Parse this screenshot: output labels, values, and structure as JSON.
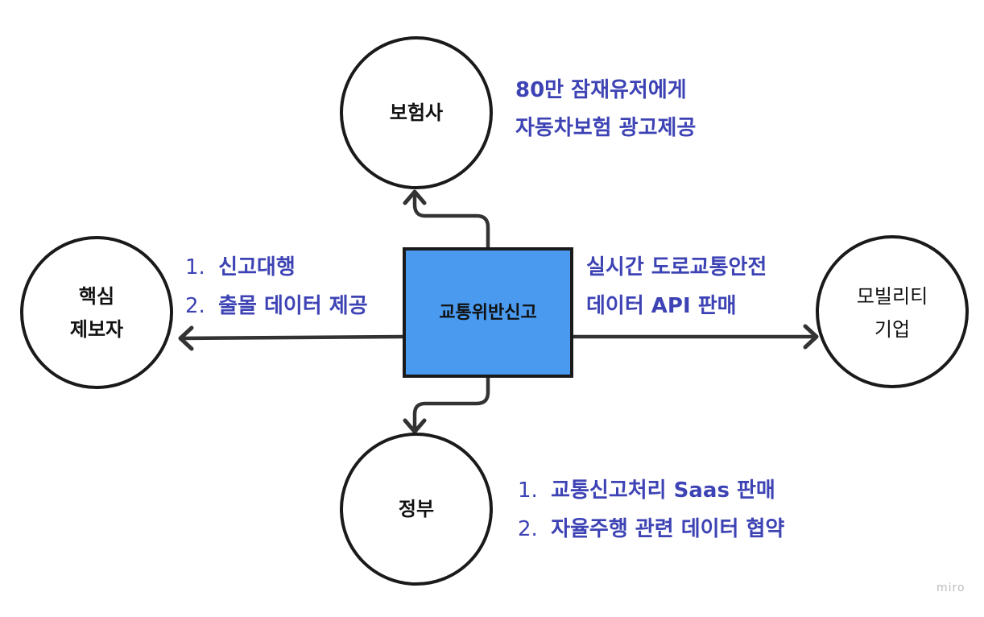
{
  "diagram": {
    "nodes": {
      "insurance": {
        "label": "보험사"
      },
      "reporter": {
        "line1": "핵심",
        "line2": "제보자"
      },
      "center": {
        "label": "교통위반신고"
      },
      "mobility": {
        "line1": "모빌리티",
        "line2": "기업"
      },
      "government": {
        "label": "정부"
      }
    },
    "annotations": {
      "insurance": {
        "line1": "80만 잠재유저에게",
        "line2": "자동차보험 광고제공"
      },
      "reporter": {
        "items": [
          {
            "num": "1.",
            "text": "신고대행"
          },
          {
            "num": "2.",
            "text": "출몰 데이터 제공"
          }
        ]
      },
      "mobility": {
        "line1": "실시간 도로교통안전",
        "line2": "데이터 API 판매"
      },
      "government": {
        "items": [
          {
            "num": "1.",
            "text": "교통신고처리 Saas 판매"
          },
          {
            "num": "2.",
            "text": "자율주행 관련 데이터 협약"
          }
        ]
      }
    },
    "watermark": "miro",
    "colors": {
      "center_fill": "#4a9af0",
      "annotation_text": "#3d43b4",
      "outline": "#1a1a1a"
    }
  }
}
